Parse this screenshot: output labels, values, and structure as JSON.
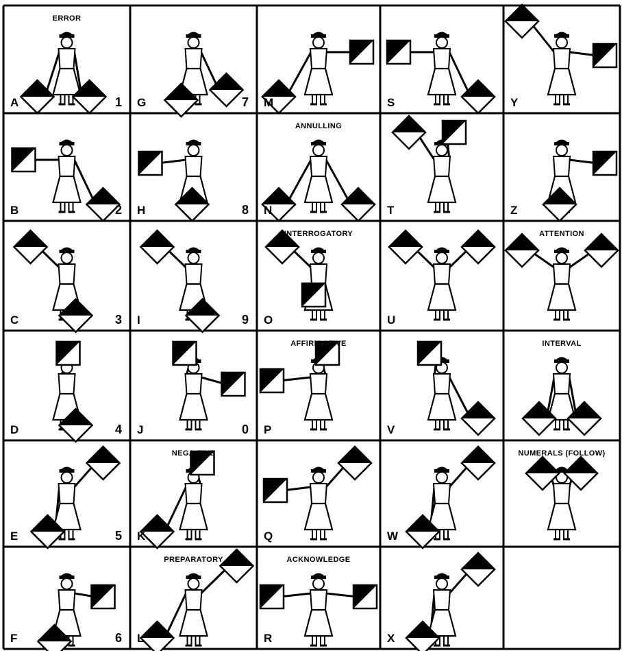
{
  "cells": [
    {
      "letter": "A",
      "number": "1",
      "label": "ERROR",
      "pose": "low-low"
    },
    {
      "letter": "G",
      "number": "7",
      "label": "",
      "pose": "low-cross-right"
    },
    {
      "letter": "M",
      "number": "",
      "label": "",
      "pose": "low-left-right-out"
    },
    {
      "letter": "S",
      "number": "",
      "label": "",
      "pose": "out-left-low-right"
    },
    {
      "letter": "Y",
      "number": "",
      "label": "",
      "pose": "up-left-out-right"
    },
    {
      "letter": "B",
      "number": "2",
      "label": "",
      "pose": "out-left-low-right"
    },
    {
      "letter": "H",
      "number": "8",
      "label": "",
      "pose": "out-left-low-cross"
    },
    {
      "letter": "N",
      "number": "",
      "label": "ANNULLING",
      "pose": "low-low-wide"
    },
    {
      "letter": "T",
      "number": "",
      "label": "",
      "pose": "up-left-up-right"
    },
    {
      "letter": "Z",
      "number": "",
      "label": "",
      "pose": "low-left-out-right"
    },
    {
      "letter": "C",
      "number": "3",
      "label": "",
      "pose": "up-left-low-cross"
    },
    {
      "letter": "I",
      "number": "9",
      "label": "",
      "pose": "up-left-low-cross"
    },
    {
      "letter": "O",
      "number": "",
      "label": "INTERROGATORY",
      "pose": "up-left-mid-cross"
    },
    {
      "letter": "U",
      "number": "",
      "label": "",
      "pose": "up-both"
    },
    {
      "letter": "",
      "number": "",
      "label": "ATTENTION",
      "pose": "up-both-wave"
    },
    {
      "letter": "D",
      "number": "4",
      "label": "",
      "pose": "high-up-low-cross"
    },
    {
      "letter": "J",
      "number": "0",
      "label": "",
      "pose": "up-up-out-right"
    },
    {
      "letter": "P",
      "number": "",
      "label": "AFFIRM-ATIVE",
      "pose": "out-left-up-center"
    },
    {
      "letter": "V",
      "number": "",
      "label": "",
      "pose": "up-center-low-right"
    },
    {
      "letter": "",
      "number": "",
      "label": "INTERVAL",
      "pose": "low-both-cross"
    },
    {
      "letter": "E",
      "number": "5",
      "label": "",
      "pose": "low-cross-up-right"
    },
    {
      "letter": "K",
      "number": "",
      "label": "NEGA-TIVE",
      "pose": "low-left-up-center"
    },
    {
      "letter": "Q",
      "number": "",
      "label": "",
      "pose": "out-left-up-right"
    },
    {
      "letter": "W",
      "number": "",
      "label": "",
      "pose": "low-cross-up-right"
    },
    {
      "letter": "",
      "number": "",
      "label": "NUMERALS (FOLLOW)",
      "pose": "up-both-cross"
    },
    {
      "letter": "F",
      "number": "6",
      "label": "",
      "pose": "low-cross-out-right"
    },
    {
      "letter": "L",
      "number": "",
      "label": "PREPARATORY",
      "pose": "low-left-up-right"
    },
    {
      "letter": "R",
      "number": "",
      "label": "ACKNOWLEDGE",
      "pose": "out-both"
    },
    {
      "letter": "X",
      "number": "",
      "label": "",
      "pose": "low-cross-up-right"
    },
    {
      "letter": "",
      "number": "",
      "label": "",
      "pose": "blank"
    }
  ]
}
